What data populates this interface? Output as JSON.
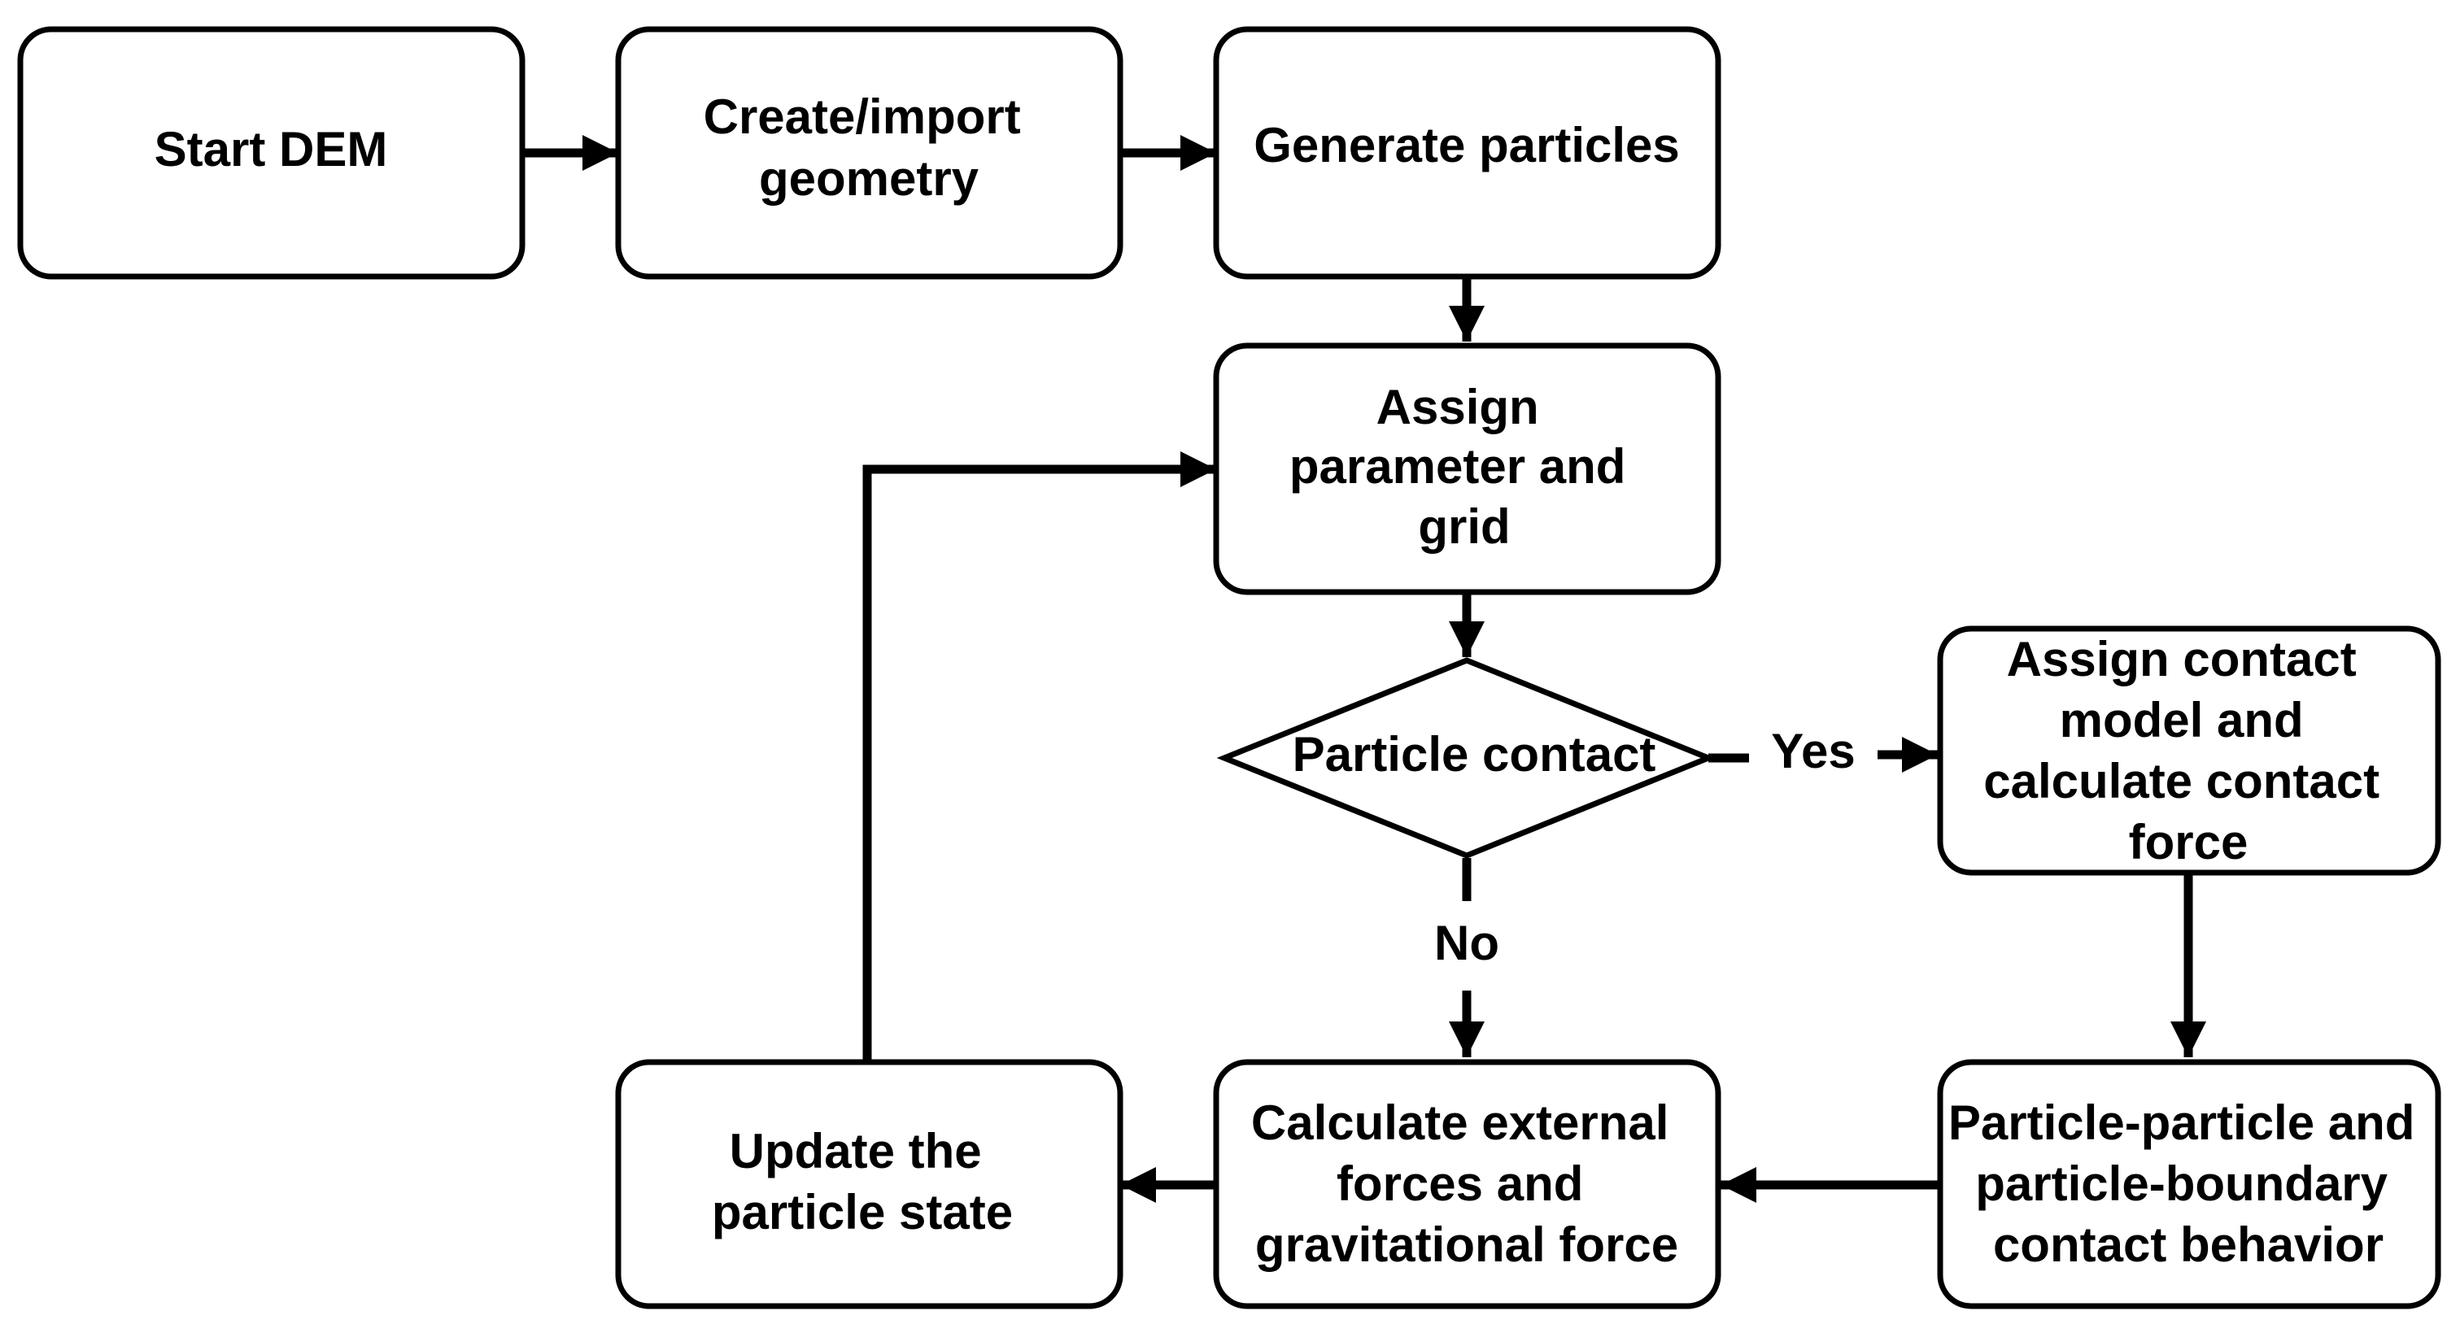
{
  "diagram": {
    "nodes": {
      "start": {
        "lines": [
          "Start DEM"
        ]
      },
      "geometry": {
        "lines": [
          "Create/import",
          "geometry"
        ]
      },
      "particles": {
        "lines": [
          "Generate particles"
        ]
      },
      "assign_param": {
        "lines": [
          "Assign",
          "parameter and",
          "grid"
        ]
      },
      "contact_decision": {
        "lines": [
          "Particle contact"
        ]
      },
      "contact_model": {
        "lines": [
          "Assign contact",
          "model and",
          "calculate contact",
          "force"
        ]
      },
      "contact_behavior": {
        "lines": [
          "Particle-particle and",
          "particle-boundary",
          "contact behavior"
        ]
      },
      "external_forces": {
        "lines": [
          "Calculate external",
          "forces and",
          "gravitational force"
        ]
      },
      "update_state": {
        "lines": [
          "Update the",
          "particle state"
        ]
      }
    },
    "edge_labels": {
      "yes": "Yes",
      "no": "No"
    }
  }
}
